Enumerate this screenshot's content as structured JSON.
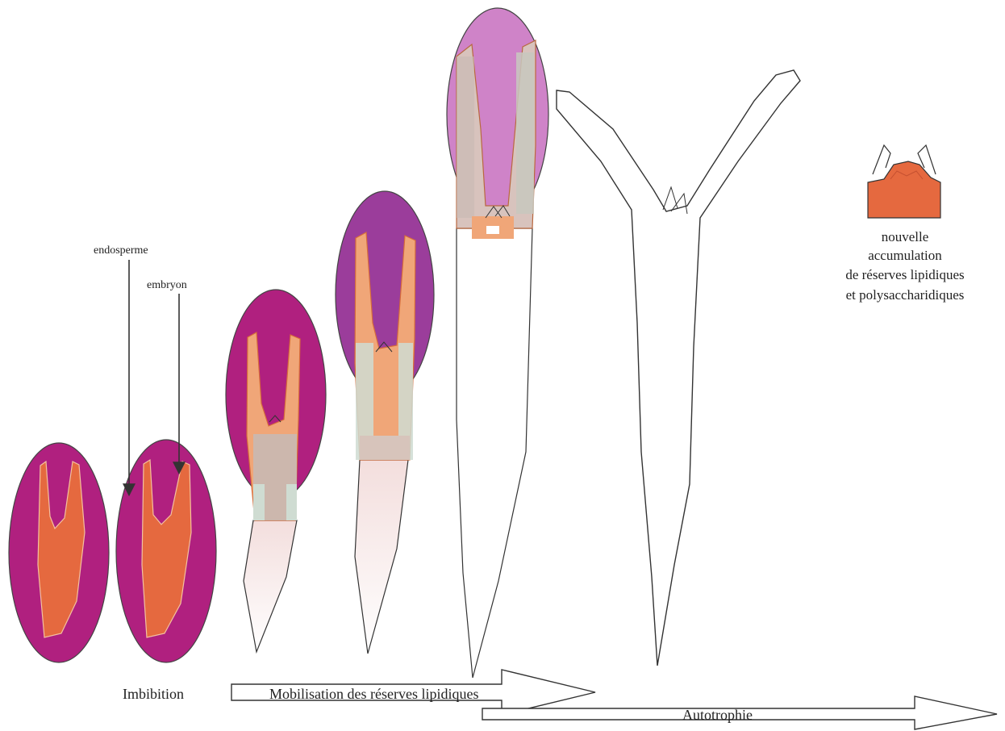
{
  "labels": {
    "endosperm": "endosperme",
    "embryo": "embryon",
    "new_reserves_1": "nouvelle",
    "new_reserves_2": "accumulation",
    "new_reserves_3": "de réserves lipidiques",
    "new_reserves_4": "et polysaccharidiques"
  },
  "phases": {
    "imbibition": "Imbibition",
    "mobilisation": "Mobilisation des réserves lipidiques",
    "autotrophy": "Autotrophie"
  },
  "colors": {
    "endosperm_dark": "#b0207f",
    "endosperm_mid": "#9b3d9b",
    "endosperm_light": "#cf83c8",
    "embryo": "#e5693f",
    "embryo_light": "#f0a678",
    "depleted_gray": "#c8b9b2",
    "depleted_green": "#cfdcd2",
    "outline": "#333333"
  }
}
